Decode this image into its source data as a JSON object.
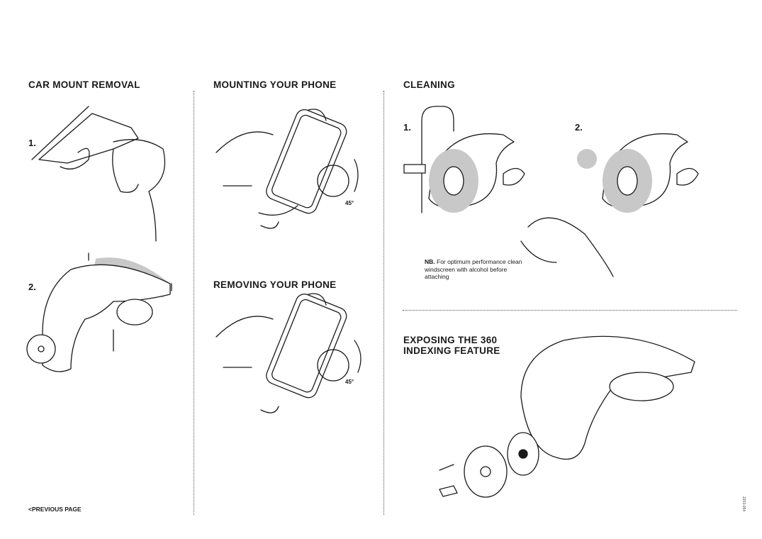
{
  "sections": {
    "car_mount_removal": {
      "title": "CAR MOUNT REMOVAL",
      "steps": [
        "1.",
        "2."
      ]
    },
    "mounting": {
      "title": "MOUNTING YOUR PHONE",
      "angle": "45°"
    },
    "removing": {
      "title": "REMOVING YOUR PHONE",
      "angle": "45°"
    },
    "cleaning": {
      "title": "CLEANING",
      "steps": [
        "1.",
        "2."
      ],
      "note_bold": "NB.",
      "note_text": " For optimum performance clean windscreen with alcohol before attaching"
    },
    "indexing": {
      "title_line1": "EXPOSING THE 360",
      "title_line2": "INDEXING FEATURE"
    }
  },
  "footer": {
    "previous_page": "<PREVIOUS PAGE",
    "code": "2203-054"
  }
}
